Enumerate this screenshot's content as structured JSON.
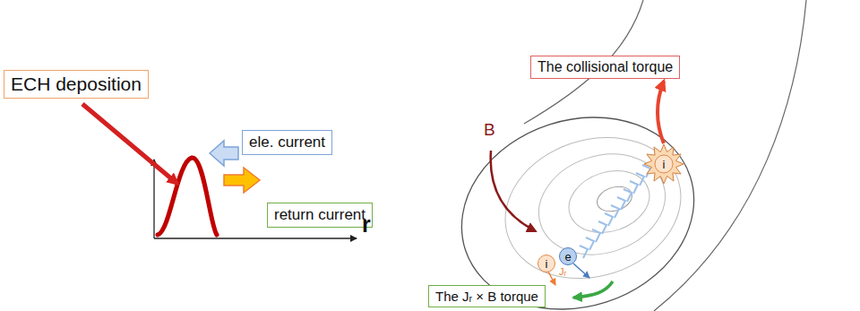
{
  "diagram": {
    "nodes": [
      {
        "text": [
          "ECH deposition"
        ]
      },
      {
        "text": [
          "ele. current"
        ]
      },
      {
        "text": [
          "return current"
        ]
      },
      {
        "text": [
          "The collisional torque"
        ]
      },
      {
        "text": [
          "i"
        ]
      },
      {
        "text": [
          "i"
        ]
      },
      {
        "text": [
          "e"
        ]
      },
      {
        "text": [
          "The Jᵣ × B torque"
        ]
      }
    ],
    "edges": [
      {
        "from": 4,
        "to": 3,
        "arrow": "to"
      }
    ],
    "labels": [
      "r",
      "B",
      "Jᵣ"
    ]
  }
}
